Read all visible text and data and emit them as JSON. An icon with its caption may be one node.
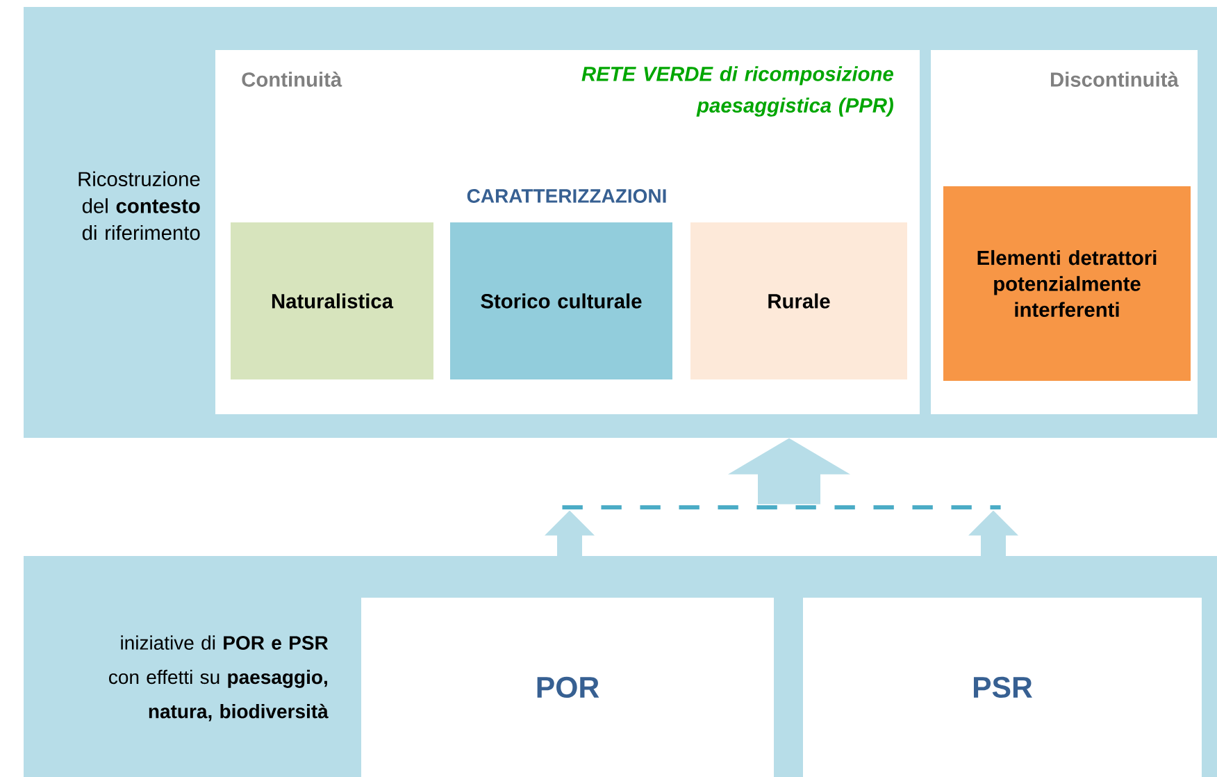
{
  "diagram": {
    "nodes": [
      {
        "text": [
          "Ricostruzione del **contesto** di riferimento"
        ]
      },
      {
        "text": [
          "Continuità",
          "RETE VERDE di ricomposizione paesaggistica (PPR)",
          "CARATTERIZZAZIONI"
        ],
        "in": 0
      },
      {
        "text": [
          "Naturalistica"
        ],
        "in": 1
      },
      {
        "text": [
          "Storico culturale"
        ],
        "in": 1
      },
      {
        "text": [
          "Rurale"
        ],
        "in": 1
      },
      {
        "text": [
          "Discontinuità"
        ],
        "in": 0
      },
      {
        "text": [
          "Elementi detrattori potenzialmente interferenti"
        ],
        "in": 5
      },
      {
        "text": [
          "iniziative di **POR e PSR** con effetti su **paesaggio, natura, biodiversità**"
        ]
      },
      {
        "text": [
          "POR"
        ],
        "in": 7
      },
      {
        "text": [
          "PSR"
        ],
        "in": 7
      },
      {
        "text": [],
        "shape": "bar"
      }
    ],
    "edges": [
      {
        "from": 8,
        "to": 10,
        "arrow": "to"
      },
      {
        "from": 9,
        "to": 10,
        "arrow": "to"
      },
      {
        "from": 10,
        "to": 0,
        "arrow": "to",
        "style": "thick"
      }
    ]
  }
}
